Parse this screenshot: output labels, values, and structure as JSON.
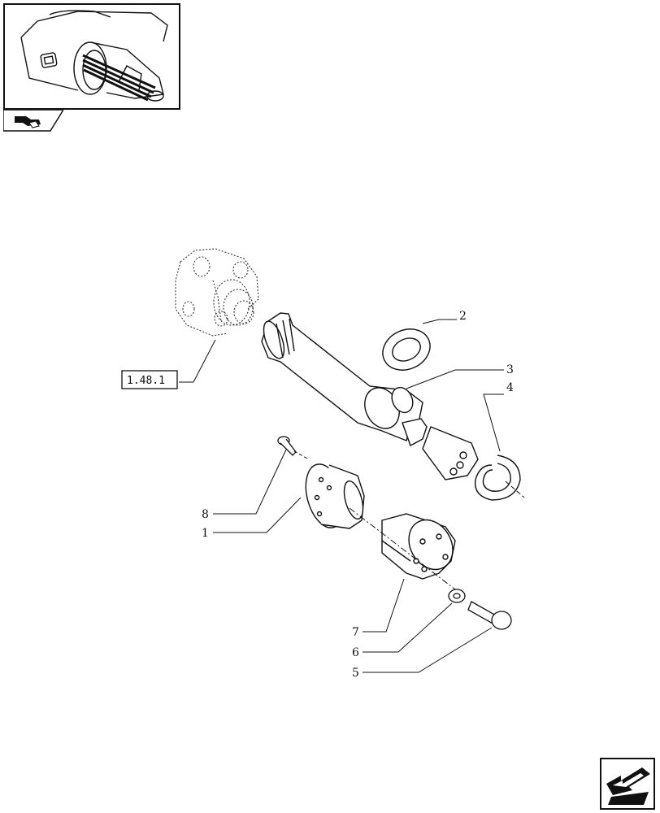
{
  "thumbnail": {
    "icon": "tractor-pto-thumbnail"
  },
  "tab": {
    "icon": "diagram-tab-icon"
  },
  "callouts": {
    "c1": "1",
    "c2": "2",
    "c3": "3",
    "c4": "4",
    "c5": "5",
    "c6": "6",
    "c7": "7",
    "c8": "8"
  },
  "reference": {
    "code": "1.48.1"
  },
  "nav": {
    "icon": "next-page-arrow-icon"
  }
}
